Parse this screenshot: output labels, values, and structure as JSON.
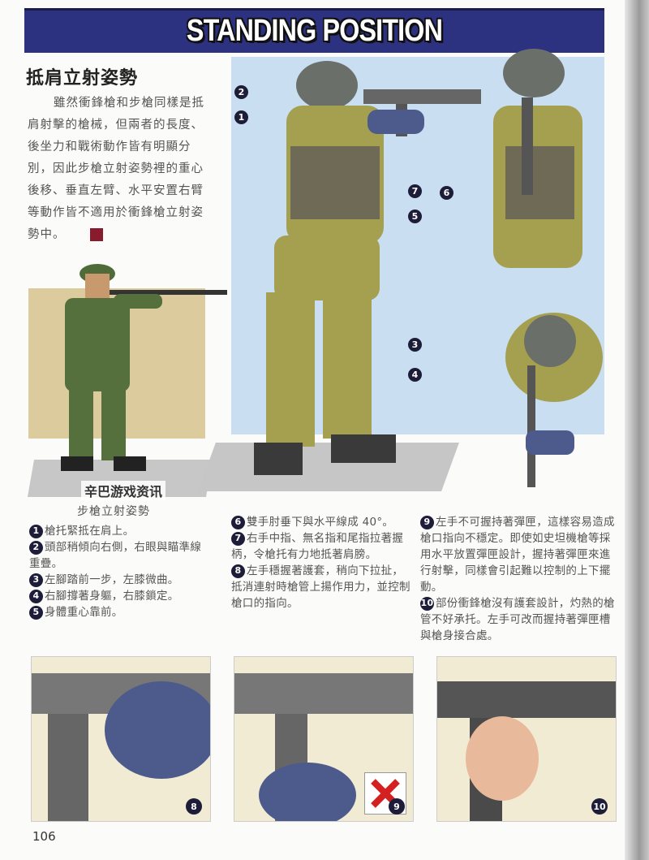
{
  "header": {
    "title": "STANDING POSITION"
  },
  "section_title": "抵肩立射姿勢",
  "intro": "雖然衝鋒槍和步槍同樣是抵肩射擊的槍械，但兩者的長度、後坐力和戰術動作皆有明顯分別，因此步槍立射姿勢裡的重心後移、垂直左臂、水平安置右臂等動作皆不適用於衝鋒槍立射姿勢中。",
  "rifle_caption": "步槍立射姿勢",
  "watermark": "辛巴游戏资讯",
  "callout_numbers": [
    "2",
    "1",
    "7",
    "6",
    "5",
    "3",
    "4"
  ],
  "notes": [
    {
      "n": "1",
      "text": "槍托緊抵在肩上。"
    },
    {
      "n": "2",
      "text": "頭部稍傾向右側，右眼與瞄準線重疊。"
    },
    {
      "n": "3",
      "text": "左腳踏前一步，左膝微曲。"
    },
    {
      "n": "4",
      "text": "右腳撐著身軀，右膝鎖定。"
    },
    {
      "n": "5",
      "text": "身體重心靠前。"
    },
    {
      "n": "6",
      "text": "雙手肘垂下與水平線成 40°。"
    },
    {
      "n": "7",
      "text": "右手中指、無名指和尾指拉著握柄，令槍托有力地抵著肩膀。"
    },
    {
      "n": "8",
      "text": "左手穩握著護套，稍向下拉扯，抵消連射時槍管上揚作用力，並控制槍口的指向。"
    },
    {
      "n": "9",
      "text": "左手不可握持著彈匣，這樣容易造成槍口指向不穩定。即使如史坦機槍等採用水平放置彈匣設計，握持著彈匣來進行射擊，同樣會引起難以控制的上下擺動。"
    },
    {
      "n": "10",
      "text": "部份衝鋒槍沒有護套設計，灼熱的槍管不好承托。左手可改而握持著彈匣槽與槍身接合處。"
    }
  ],
  "panels": [
    {
      "n": "8"
    },
    {
      "n": "9",
      "wrong": true
    },
    {
      "n": "10"
    }
  ],
  "page_number": "106",
  "colors": {
    "header": "#2d3280",
    "panel_blue": "#c9def0",
    "uniform": "#a4a04f",
    "glove": "#4d5a8c",
    "wrong_mark": "#d42020"
  }
}
